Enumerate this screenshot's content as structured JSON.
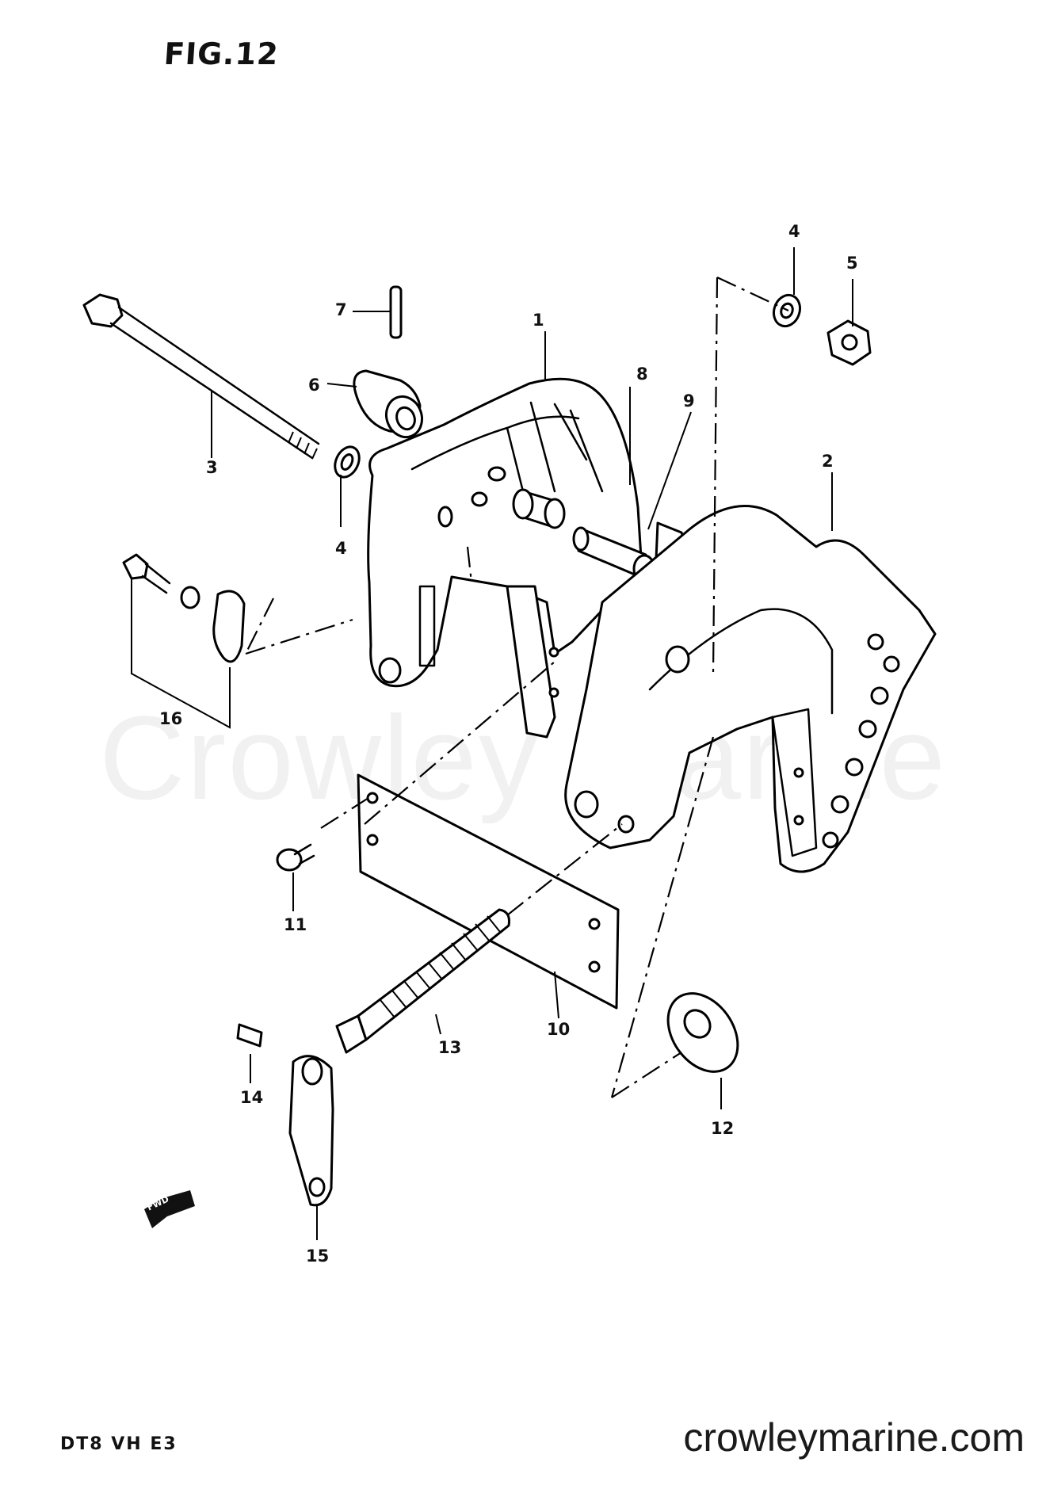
{
  "figure_title": "FIG.12",
  "model_code": "DT8 VH E3",
  "watermark": "Crowley Marine",
  "site_url": "crowleymarine.com",
  "fwd_label": "FWD",
  "callouts": [
    {
      "id": "1",
      "text": "1"
    },
    {
      "id": "2",
      "text": "2"
    },
    {
      "id": "3",
      "text": "3"
    },
    {
      "id": "4a",
      "text": "4"
    },
    {
      "id": "4b",
      "text": "4"
    },
    {
      "id": "5",
      "text": "5"
    },
    {
      "id": "6",
      "text": "6"
    },
    {
      "id": "7",
      "text": "7"
    },
    {
      "id": "8",
      "text": "8"
    },
    {
      "id": "9",
      "text": "9"
    },
    {
      "id": "10",
      "text": "10"
    },
    {
      "id": "11",
      "text": "11"
    },
    {
      "id": "12",
      "text": "12"
    },
    {
      "id": "13",
      "text": "13"
    },
    {
      "id": "14",
      "text": "14"
    },
    {
      "id": "15",
      "text": "15"
    },
    {
      "id": "16",
      "text": "16"
    }
  ]
}
